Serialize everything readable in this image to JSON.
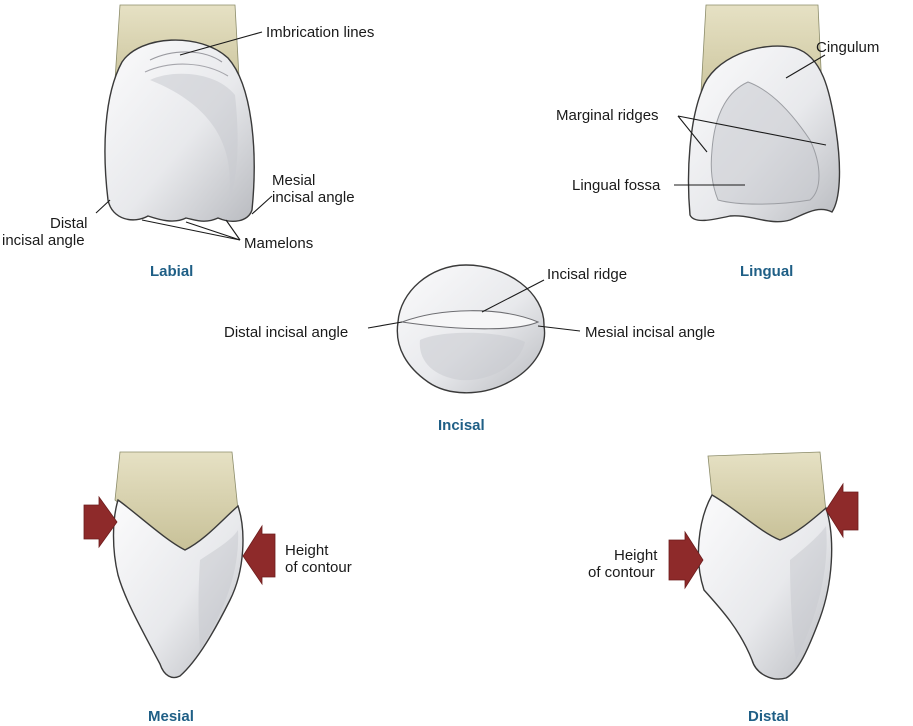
{
  "views": {
    "labial": "Labial",
    "lingual": "Lingual",
    "incisal": "Incisal",
    "mesial": "Mesial",
    "distal": "Distal"
  },
  "labels": {
    "imbrication_lines": "Imbrication lines",
    "mesial_incisal_angle_1": "Mesial",
    "mesial_incisal_angle_2": "incisal angle",
    "distal_incisal_angle_1": "Distal",
    "distal_incisal_angle_2": "incisal angle",
    "mamelons": "Mamelons",
    "cingulum": "Cingulum",
    "marginal_ridges": "Marginal ridges",
    "lingual_fossa": "Lingual fossa",
    "incisal_ridge": "Incisal ridge",
    "distal_incisal_angle_incisal": "Distal incisal angle",
    "mesial_incisal_angle_incisal": "Mesial incisal angle",
    "height_of_contour_mesial_1": "Height",
    "height_of_contour_mesial_2": "of contour",
    "height_of_contour_distal_1": "Height",
    "height_of_contour_distal_2": "of contour"
  },
  "colors": {
    "view_label": "#1f5f86",
    "arrow": "#8e2a2a",
    "enamel": "#e9eaed",
    "root": "#d9d3b0"
  }
}
